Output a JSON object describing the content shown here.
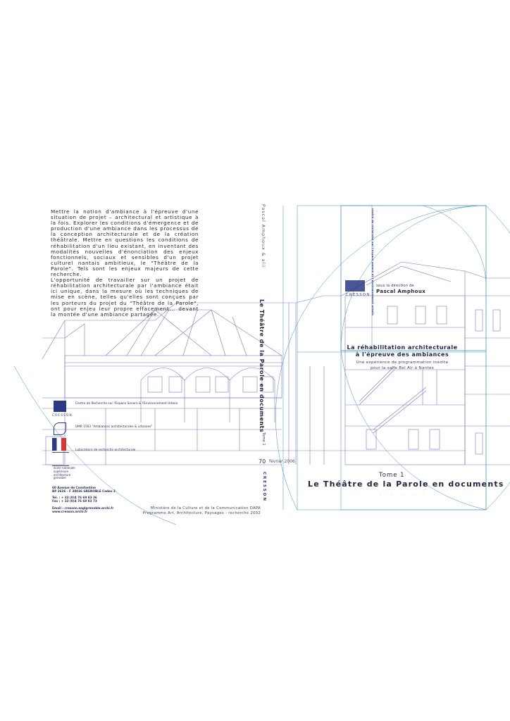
{
  "back_cover": {
    "paragraphs": [
      "Mettre la notion d'ambiance à l'épreuve d'une situation de projet – architectural et artistique à la fois. Explorer les conditions d'émergence et de production d'une ambiance dans les processus de la conception architecturale et de la création théâtrale. Mettre en questions les conditions de réhabilitation d'un lieu existant, en inventant des modalités nouvelles d'énonciation des enjeux fonctionnels, sociaux et sensibles d'un projet culturel nantais ambitieux, le \"Théâtre de la Parole\". Tels sont les enjeux majeurs de cette recherche.",
      "L'opportunité de travailler sur un projet de réhabilitation architecturale par l'ambiance était ici unique, dans la mesure où les techniques de mise en scène, telles qu'elles sont conçues par les porteurs du projet du \"Théâtre de la Parole\", ont pour enjeu leur propre effacement... devant la montée d'une ambiance partagée."
    ],
    "labs": [
      "Centre de Recherche sur l'Espace Sonore & l'Environnement Urbain",
      "UMR 1563 \"Ambiances architecturales & urbaines\"",
      "Laboratoire de recherche architecturale"
    ],
    "logo_cresson": "CRESSON",
    "school": [
      "école nationale",
      "supérieure",
      "architecture",
      "grenoble"
    ],
    "address": [
      "60 Avenue de Constantine",
      "BP 2636 - F 38036 GRENOBLE Cedex 2"
    ],
    "phone": [
      "Tel. : + 33 (0)4 76 69 83 36",
      "Fax : + 33 (0)4 76 69 83 73"
    ],
    "web": [
      "Email : cresson.eaglgrenoble.archi.fr",
      "www.cresson.archi.fr"
    ],
    "ministry": [
      "Ministère de la Culture et de la Communication DAPA",
      "Programme Art, Architecture, Paysages - recherche 2002"
    ]
  },
  "spine": {
    "title": "Le Théâtre de la Parole en documents",
    "author": "Pascal Amphoux & alii",
    "tome": "Tome 1",
    "number": "70",
    "date": "février 2006",
    "logo": "CRESSON"
  },
  "front_cover": {
    "vertical_label": "centre de recherche sur l'espace sonore et l'environnement urbain",
    "cresson_mini": "CRESSON",
    "direction_label": "sous la direction de",
    "director": "Pascal Amphoux",
    "title_lines": [
      "La réhabilitation architecturale",
      "à l'épreuve des ambiances"
    ],
    "subtitle_lines": [
      "Une expérience de programmation inédite",
      "pour la salle Bel Air à Nantes"
    ],
    "tome": "Tome 1",
    "doc_title": "Le Théâtre de la Parole en documents",
    "dots": "· · · · · ·"
  },
  "colors": {
    "line_blue": "#7a78c8",
    "guide_blue": "#3f8fc0",
    "logo_blue": "#2b3a82"
  }
}
